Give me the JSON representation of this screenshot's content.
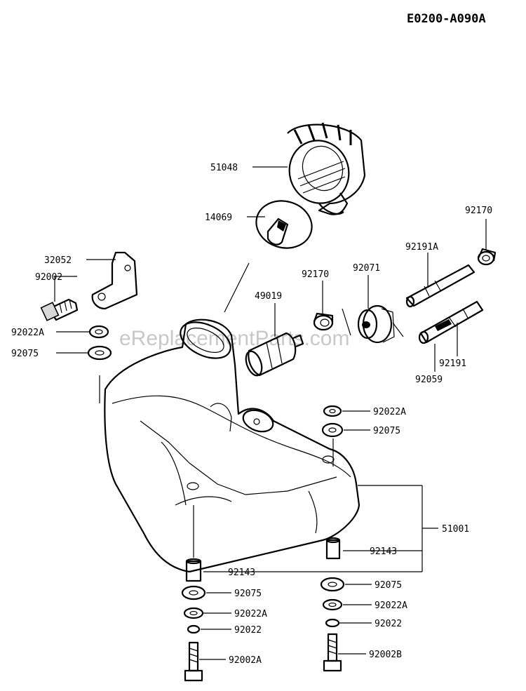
{
  "diagram_code": "E0200-A090A",
  "watermark": "eReplacementParts.com",
  "labels": {
    "p51048": "51048",
    "p14069": "14069",
    "p92170_top": "92170",
    "p92191A": "92191A",
    "p32052": "32052",
    "p92002": "92002",
    "p92170_mid": "92170",
    "p92071": "92071",
    "p49019": "49019",
    "p92022A_left": "92022A",
    "p92075_left": "92075",
    "p92191": "92191",
    "p92059": "92059",
    "p92022A_right": "92022A",
    "p92075_right": "92075",
    "p51001": "51001",
    "p92143_right": "92143",
    "p92143_left": "92143",
    "p92075_bl": "92075",
    "p92022A_bl": "92022A",
    "p92022_bl": "92022",
    "p92002A": "92002A",
    "p92075_br": "92075",
    "p92022A_br": "92022A",
    "p92022_br": "92022",
    "p92002B": "92002B"
  }
}
